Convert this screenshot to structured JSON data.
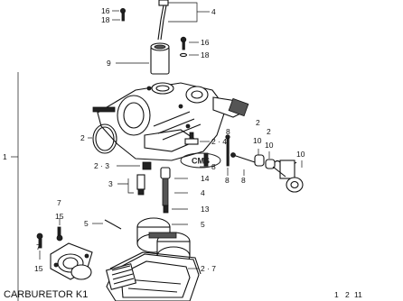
{
  "caption": "CARBURETOR K1",
  "labels": [
    {
      "id": "l16a",
      "text": "16"
    },
    {
      "id": "l18a",
      "text": "18"
    },
    {
      "id": "l4a",
      "text": "4"
    },
    {
      "id": "l16b",
      "text": "16"
    },
    {
      "id": "l18b",
      "text": "18"
    },
    {
      "id": "l9",
      "text": "9"
    },
    {
      "id": "l1",
      "text": "1"
    },
    {
      "id": "l2",
      "text": "2"
    },
    {
      "id": "l8a",
      "text": "8"
    },
    {
      "id": "l2b",
      "text": "2"
    },
    {
      "id": "l10a",
      "text": "10"
    },
    {
      "id": "l2c",
      "text": "2"
    },
    {
      "id": "l10b",
      "text": "10"
    },
    {
      "id": "l10c",
      "text": "10"
    },
    {
      "id": "l24",
      "text": "2 · 4"
    },
    {
      "id": "l23",
      "text": "2 · 3"
    },
    {
      "id": "l8b",
      "text": "8"
    },
    {
      "id": "l8c",
      "text": "8"
    },
    {
      "id": "l8d",
      "text": "8"
    },
    {
      "id": "l14",
      "text": "14"
    },
    {
      "id": "l3",
      "text": "3"
    },
    {
      "id": "l4b",
      "text": "4"
    },
    {
      "id": "l13",
      "text": "13"
    },
    {
      "id": "l7a",
      "text": "7"
    },
    {
      "id": "l15a",
      "text": "15"
    },
    {
      "id": "l5a",
      "text": "5"
    },
    {
      "id": "l5b",
      "text": "5"
    },
    {
      "id": "l7b",
      "text": "7"
    },
    {
      "id": "l15b",
      "text": "15"
    },
    {
      "id": "l27",
      "text": "2 · 7"
    },
    {
      "id": "l1b",
      "text": "1"
    },
    {
      "id": "l2d",
      "text": "2"
    },
    {
      "id": "l11",
      "text": "11"
    }
  ],
  "stamp": "CMS"
}
